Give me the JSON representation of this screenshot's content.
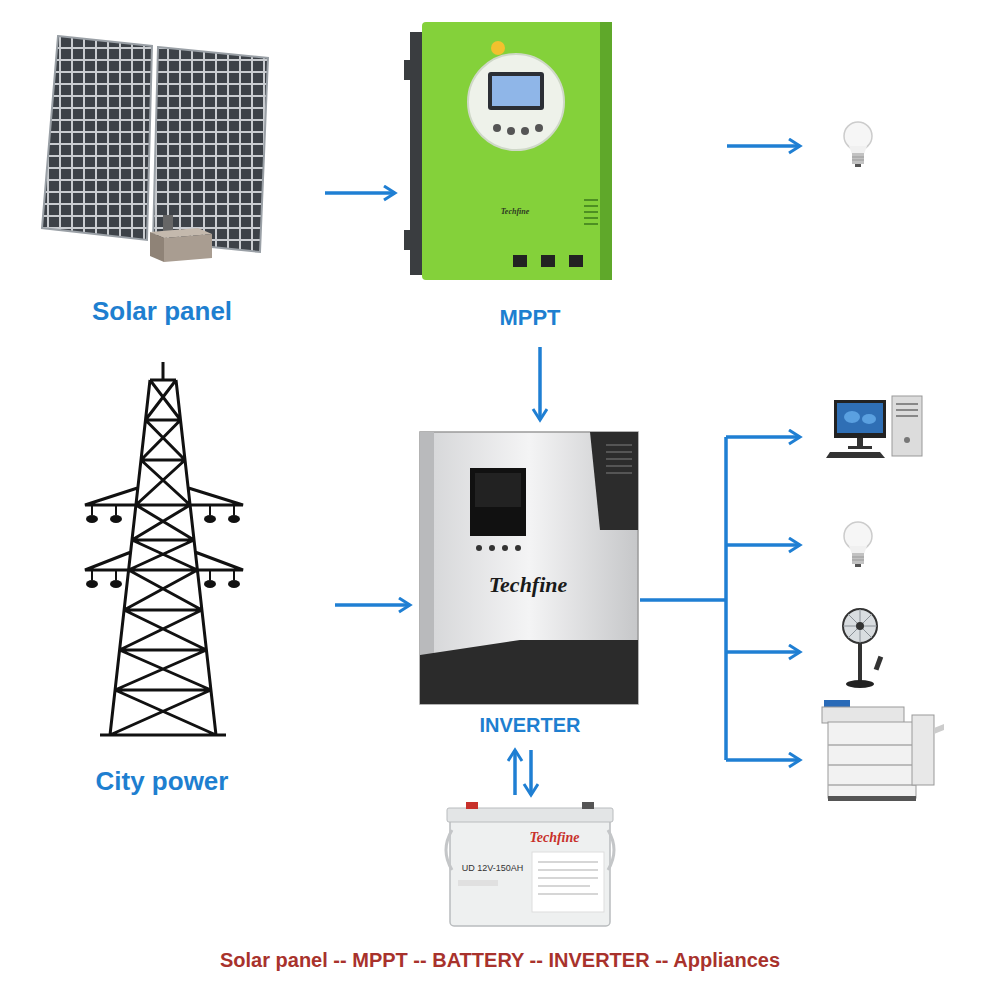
{
  "diagram": {
    "caption": "Solar panel -- MPPT -- BATTERY -- INVERTER -- Appliances",
    "nodes": [
      {
        "text": [
          "Solar panel"
        ]
      },
      {
        "text": [
          "Techfine",
          "MPPT"
        ]
      },
      {
        "text": [
          "City power"
        ]
      },
      {
        "text": [
          "Techfine",
          "INVERTER"
        ]
      },
      {
        "text": [
          "Techfine",
          "UD 12V-150AH"
        ]
      }
    ],
    "edges": [
      {
        "from": 0,
        "to": 1,
        "arrow": "to"
      },
      {
        "from": 1,
        "to": 3,
        "arrow": "to"
      },
      {
        "from": 2,
        "to": 3,
        "arrow": "to"
      },
      {
        "from": 3,
        "to": 4,
        "arrow": "both"
      }
    ]
  }
}
